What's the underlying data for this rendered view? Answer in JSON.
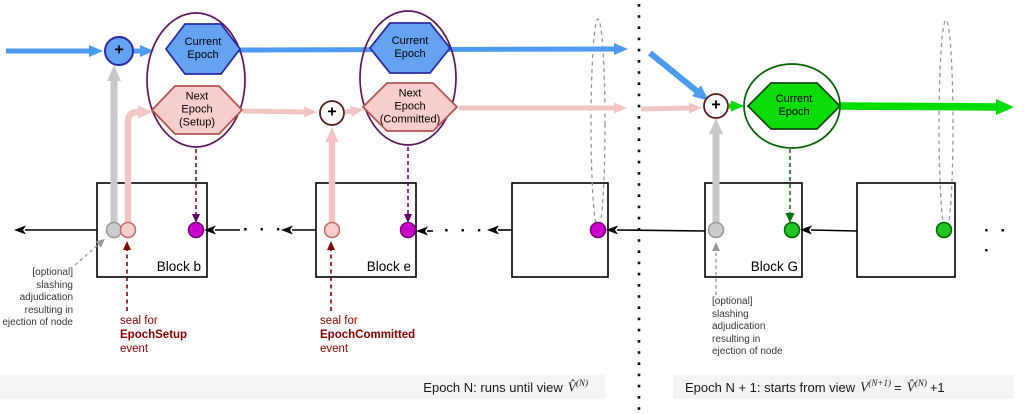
{
  "colors": {
    "blue_arrow": "#4D9BF0",
    "blue_hex_fill": "#66A2F2",
    "blue_hex_stroke": "#2B2BA8",
    "pink_fill": "#F8CECC",
    "pink_stroke": "#B85450",
    "green_fill": "#0ADD0A",
    "green_stroke": "#0B4A0B",
    "magenta_dot": "#CC00CC",
    "purple_ellipse": "#5E175E",
    "dark_red": "#8B0000",
    "gray": "#C9C9C9",
    "footer_bg": "#F4F4F4"
  },
  "plus": "+",
  "ellipsis": "· · ·",
  "epoch_nodes": {
    "pair1": {
      "current": "Current\nEpoch",
      "next": "Next\nEpoch\n(Setup)"
    },
    "pair2": {
      "current": "Current\nEpoch",
      "next": "Next\nEpoch\n(Committed)"
    },
    "next_epoch": {
      "current": "Current\nEpoch"
    }
  },
  "blocks": {
    "b": "Block b",
    "e": "Block e",
    "g": "Block G"
  },
  "annotations": {
    "slashing_left": "[optional]\nslashing\nadjudication\nresulting in\nejection of node",
    "slashing_right": "[optional]\nslashing\nadjudication\nresulting in\nejection of node",
    "seal_setup": {
      "prefix": "seal for",
      "event": "EpochSetup",
      "suffix": "event"
    },
    "seal_committed": {
      "prefix": "seal for",
      "event": "EpochCommitted",
      "suffix": "event"
    }
  },
  "footer": {
    "left": {
      "text": "Epoch N: runs until view",
      "var1": "V̂",
      "sup1": "(N)"
    },
    "right": {
      "text": "Epoch N + 1: starts from view",
      "var1": "V",
      "sup1": "(N+1)",
      "eq": "=",
      "var2": "V̂",
      "sup2": "(N)",
      "tail": "+1"
    }
  }
}
